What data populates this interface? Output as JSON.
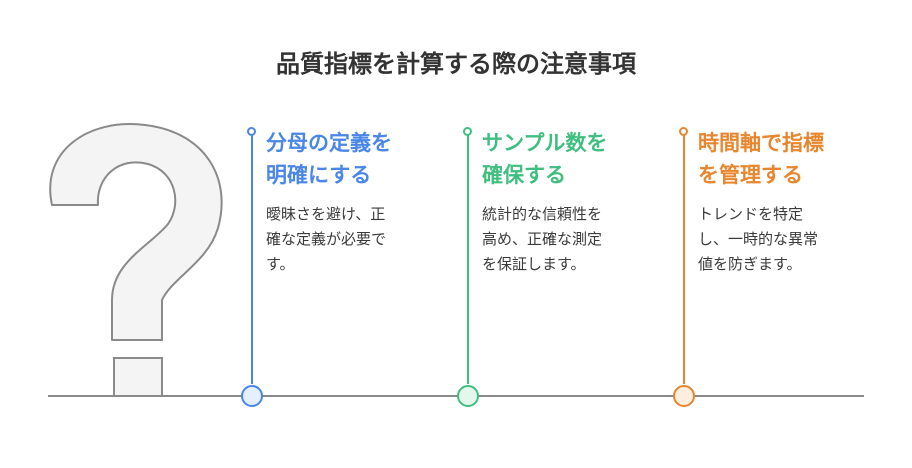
{
  "title": "品質指標を計算する際の注意事項",
  "colors": {
    "blue": "#4a86e8",
    "green": "#3fbf7f",
    "orange": "#e8862e"
  },
  "icon": "question-mark-icon",
  "items": [
    {
      "heading_line1": "分母の定義を",
      "heading_line2": "明確にする",
      "desc_line1": "曖昧さを避け、正",
      "desc_line2": "確な定義が必要で",
      "desc_line3": "す。"
    },
    {
      "heading_line1": "サンプル数を",
      "heading_line2": "確保する",
      "desc_line1": "統計的な信頼性を",
      "desc_line2": "高め、正確な測定",
      "desc_line3": "を保証します。"
    },
    {
      "heading_line1": "時間軸で指標",
      "heading_line2": "を管理する",
      "desc_line1": "トレンドを特定",
      "desc_line2": "し、一時的な異常",
      "desc_line3": "値を防ぎます。"
    }
  ]
}
